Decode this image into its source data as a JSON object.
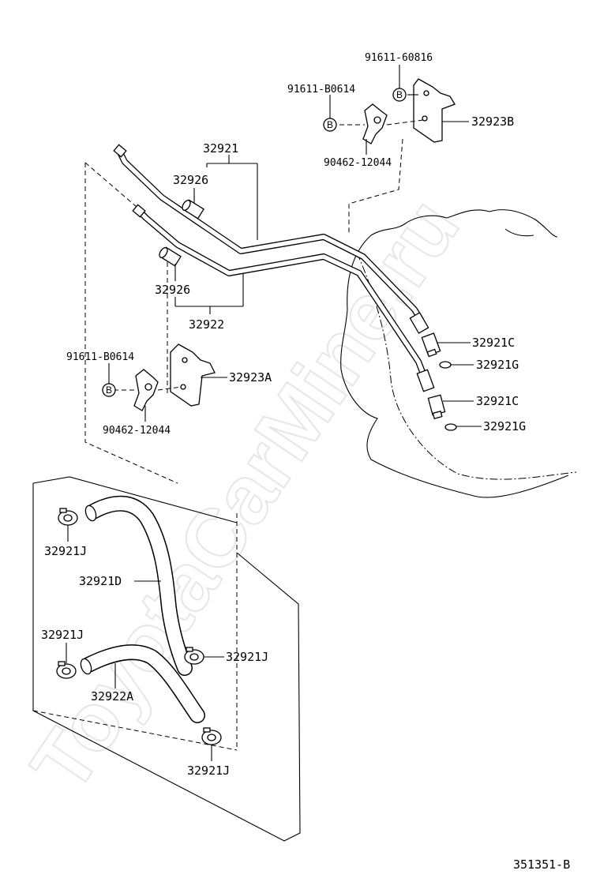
{
  "watermark": "ToyotaCarMine.ru",
  "figure_code": "351351-B",
  "bolt_symbol": "B",
  "parts": {
    "p_91611_60816": "91611-60816",
    "p_91611_B0614_top": "91611-B0614",
    "p_32923B": "32923B",
    "p_90462_12044_top": "90462-12044",
    "p_32921": "32921",
    "p_32926_top": "32926",
    "p_32926_bottom": "32926",
    "p_32922": "32922",
    "p_91611_B0614_left": "91611-B0614",
    "p_32923A": "32923A",
    "p_90462_12044_left": "90462-12044",
    "p_32921C_1": "32921C",
    "p_32921G_1": "32921G",
    "p_32921C_2": "32921C",
    "p_32921G_2": "32921G",
    "p_32921J_1": "32921J",
    "p_32921D": "32921D",
    "p_32921J_2": "32921J",
    "p_32921J_3": "32921J",
    "p_32922A": "32922A",
    "p_32921J_4": "32921J"
  }
}
